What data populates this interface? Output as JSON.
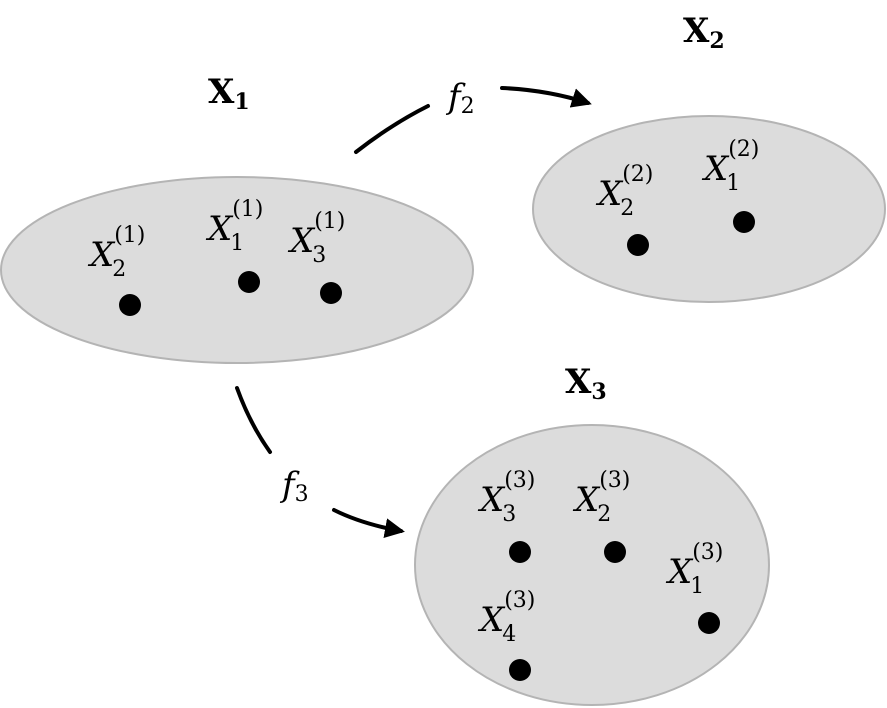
{
  "sets": [
    {
      "title": "X",
      "title_sub": "1",
      "points": [
        {
          "base": "X",
          "sub": "2",
          "sup": "(1)"
        },
        {
          "base": "X",
          "sub": "1",
          "sup": "(1)"
        },
        {
          "base": "X",
          "sub": "3",
          "sup": "(1)"
        }
      ]
    },
    {
      "title": "X",
      "title_sub": "2",
      "points": [
        {
          "base": "X",
          "sub": "2",
          "sup": "(2)"
        },
        {
          "base": "X",
          "sub": "1",
          "sup": "(2)"
        }
      ]
    },
    {
      "title": "X",
      "title_sub": "3",
      "points": [
        {
          "base": "X",
          "sub": "3",
          "sup": "(3)"
        },
        {
          "base": "X",
          "sub": "2",
          "sup": "(3)"
        },
        {
          "base": "X",
          "sub": "1",
          "sup": "(3)"
        },
        {
          "base": "X",
          "sub": "4",
          "sup": "(3)"
        }
      ]
    }
  ],
  "maps": [
    {
      "name": "f",
      "sub": "2"
    },
    {
      "name": "f",
      "sub": "3"
    }
  ],
  "colors": {
    "set_fill": "#dcdcdc",
    "set_stroke": "#b4b4b4",
    "ink": "#000000"
  }
}
